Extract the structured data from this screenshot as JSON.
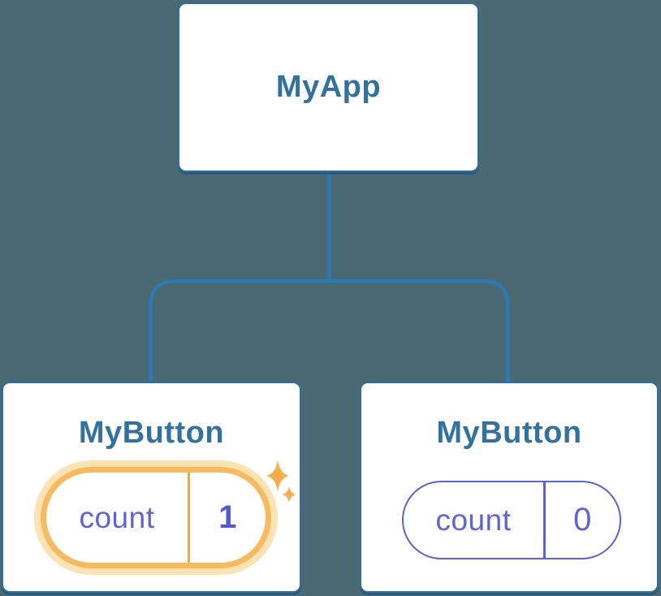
{
  "diagram": {
    "description": "React component tree: MyApp root with two MyButton children and their count state",
    "background_color": "#4b6972",
    "colors": {
      "card_background": "#ffffff",
      "card_border": "#2e6f9f",
      "node_title_text": "#33719f",
      "connector_line": "#2b79b5",
      "state_text": "#5d65d3",
      "highlight_border": "#f8ba5f",
      "highlight_glow": "#fde3b3",
      "sparkle": "#f6ae4d"
    },
    "root": {
      "label": "MyApp"
    },
    "children": [
      {
        "label": "MyButton",
        "state": {
          "key": "count",
          "value": "1"
        },
        "highlighted": true,
        "icon": "sparkle-icon"
      },
      {
        "label": "MyButton",
        "state": {
          "key": "count",
          "value": "0"
        },
        "highlighted": false
      }
    ]
  }
}
